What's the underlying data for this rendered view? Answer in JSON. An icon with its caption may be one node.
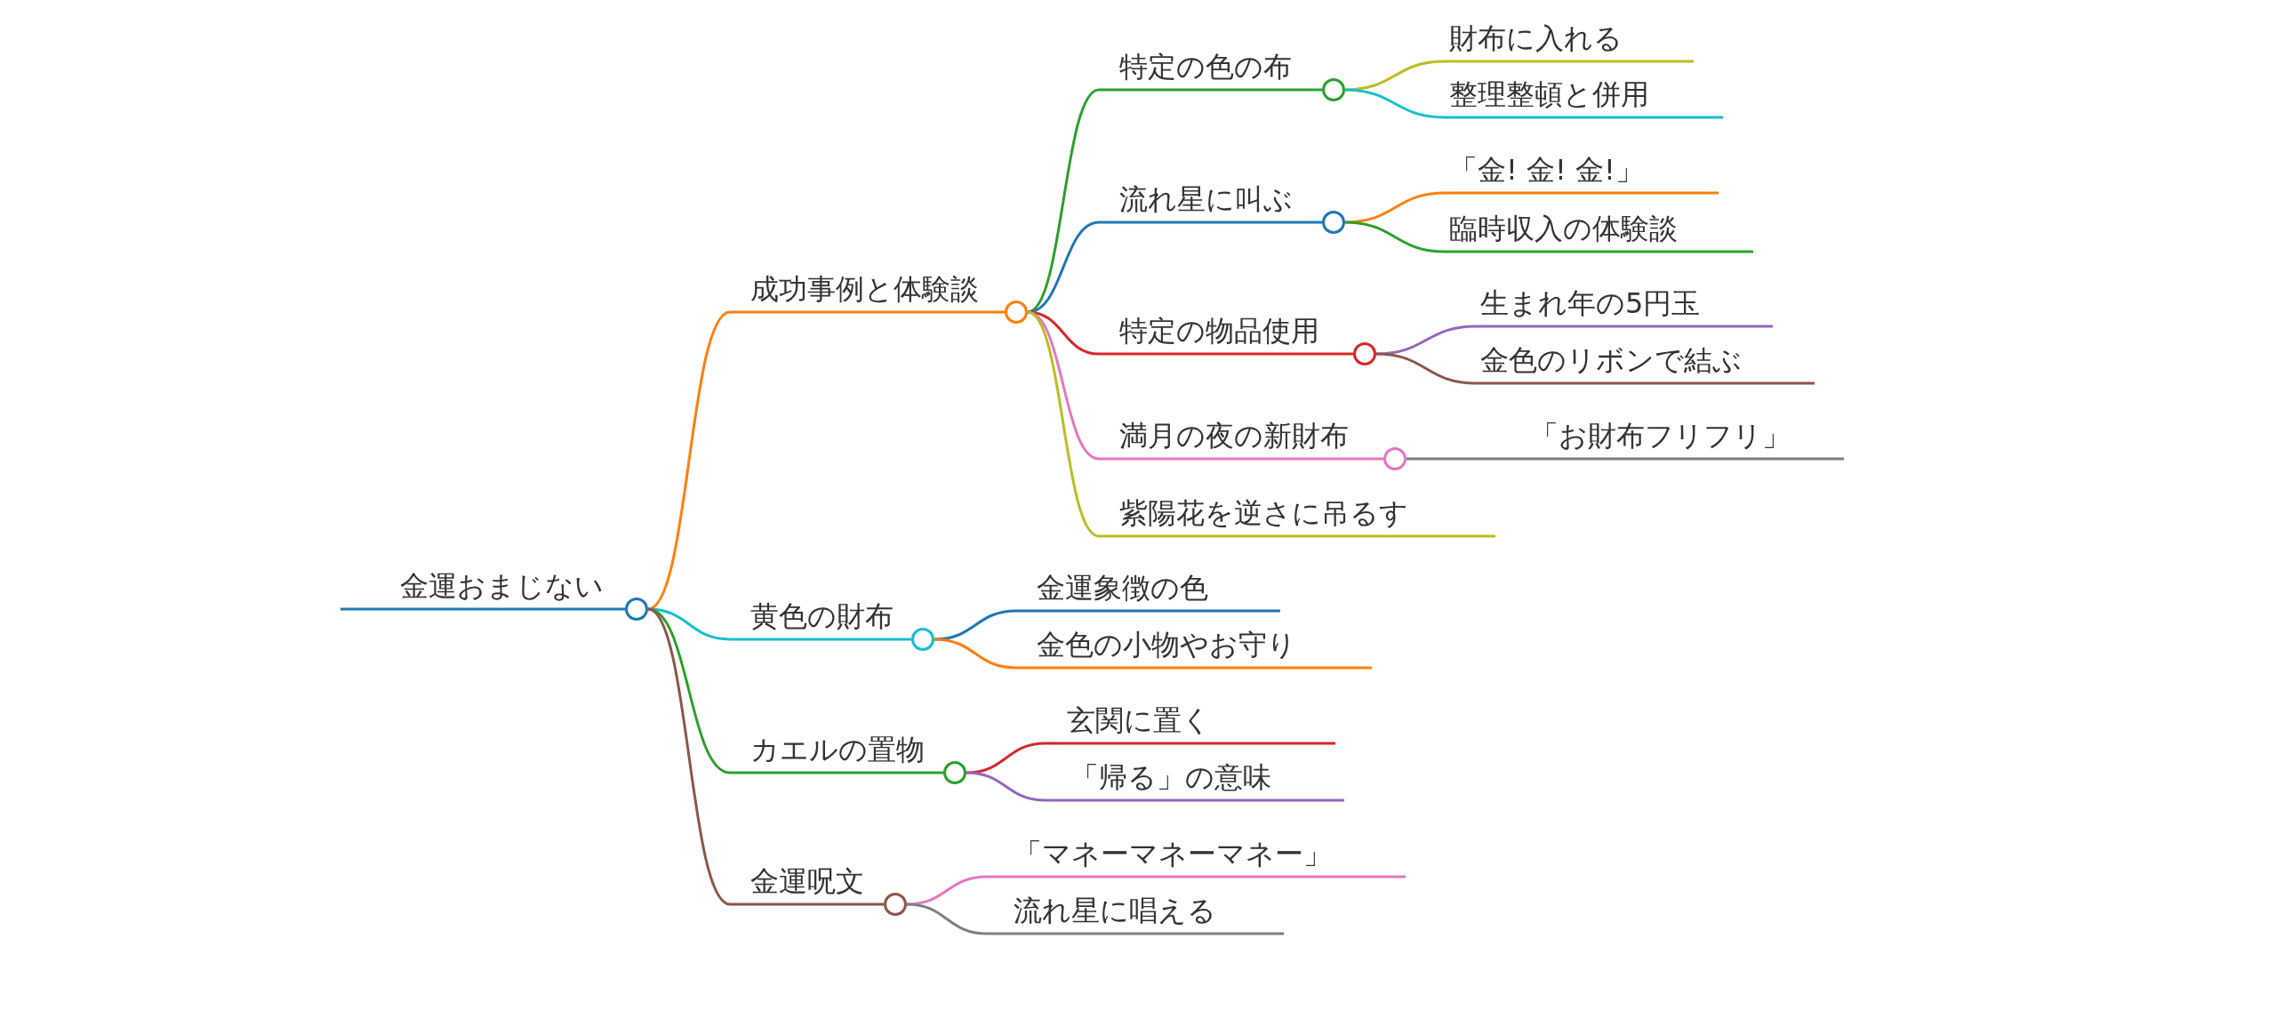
{
  "diagram": {
    "nodes": [
      {
        "text": [
          "金運おまじない"
        ]
      },
      {
        "text": [
          "成功事例と体験談"
        ]
      },
      {
        "text": [
          "特定の色の布"
        ]
      },
      {
        "text": [
          "財布に入れる"
        ]
      },
      {
        "text": [
          "整理整頓と併用"
        ]
      },
      {
        "text": [
          "流れ星に叫ぶ"
        ]
      },
      {
        "text": [
          "「金! 金! 金!」"
        ]
      },
      {
        "text": [
          "臨時収入の体験談"
        ]
      },
      {
        "text": [
          "特定の物品使用"
        ]
      },
      {
        "text": [
          "生まれ年の5円玉"
        ]
      },
      {
        "text": [
          "金色のリボンで結ぶ"
        ]
      },
      {
        "text": [
          "満月の夜の新財布"
        ]
      },
      {
        "text": [
          "「お財布フリフリ」"
        ]
      },
      {
        "text": [
          "紫陽花を逆さに吊るす"
        ]
      },
      {
        "text": [
          "黄色の財布"
        ]
      },
      {
        "text": [
          "金運象徴の色"
        ]
      },
      {
        "text": [
          "金色の小物やお守り"
        ]
      },
      {
        "text": [
          "カエルの置物"
        ]
      },
      {
        "text": [
          "玄関に置く"
        ]
      },
      {
        "text": [
          "「帰る」の意味"
        ]
      },
      {
        "text": [
          "金運呪文"
        ]
      },
      {
        "text": [
          "「マネーマネーマネー」"
        ]
      },
      {
        "text": [
          "流れ星に唱える"
        ]
      }
    ],
    "edges": [
      {
        "from": 0,
        "to": 1,
        "arrow": "none",
        "color": "#ff7f0e"
      },
      {
        "from": 1,
        "to": 2,
        "arrow": "none",
        "color": "#2ca02c"
      },
      {
        "from": 2,
        "to": 3,
        "arrow": "none",
        "color": "#bcbd22"
      },
      {
        "from": 2,
        "to": 4,
        "arrow": "none",
        "color": "#17becf"
      },
      {
        "from": 1,
        "to": 5,
        "arrow": "none",
        "color": "#1f77b4"
      },
      {
        "from": 5,
        "to": 6,
        "arrow": "none",
        "color": "#ff7f0e"
      },
      {
        "from": 5,
        "to": 7,
        "arrow": "none",
        "color": "#2ca02c"
      },
      {
        "from": 1,
        "to": 8,
        "arrow": "none",
        "color": "#d62728"
      },
      {
        "from": 8,
        "to": 9,
        "arrow": "none",
        "color": "#9467bd"
      },
      {
        "from": 8,
        "to": 10,
        "arrow": "none",
        "color": "#8c564b"
      },
      {
        "from": 1,
        "to": 11,
        "arrow": "none",
        "color": "#e377c2"
      },
      {
        "from": 11,
        "to": 12,
        "arrow": "none",
        "color": "#7f7f7f"
      },
      {
        "from": 1,
        "to": 13,
        "arrow": "none",
        "color": "#bcbd22"
      },
      {
        "from": 0,
        "to": 14,
        "arrow": "none",
        "color": "#17becf"
      },
      {
        "from": 14,
        "to": 15,
        "arrow": "none",
        "color": "#1f77b4"
      },
      {
        "from": 14,
        "to": 16,
        "arrow": "none",
        "color": "#ff7f0e"
      },
      {
        "from": 0,
        "to": 17,
        "arrow": "none",
        "color": "#2ca02c"
      },
      {
        "from": 17,
        "to": 18,
        "arrow": "none",
        "color": "#d62728"
      },
      {
        "from": 17,
        "to": 19,
        "arrow": "none",
        "color": "#9467bd"
      },
      {
        "from": 0,
        "to": 20,
        "arrow": "none",
        "color": "#8c564b"
      },
      {
        "from": 20,
        "to": 21,
        "arrow": "none",
        "color": "#e377c2"
      },
      {
        "from": 20,
        "to": 22,
        "arrow": "none",
        "color": "#7f7f7f"
      }
    ]
  }
}
